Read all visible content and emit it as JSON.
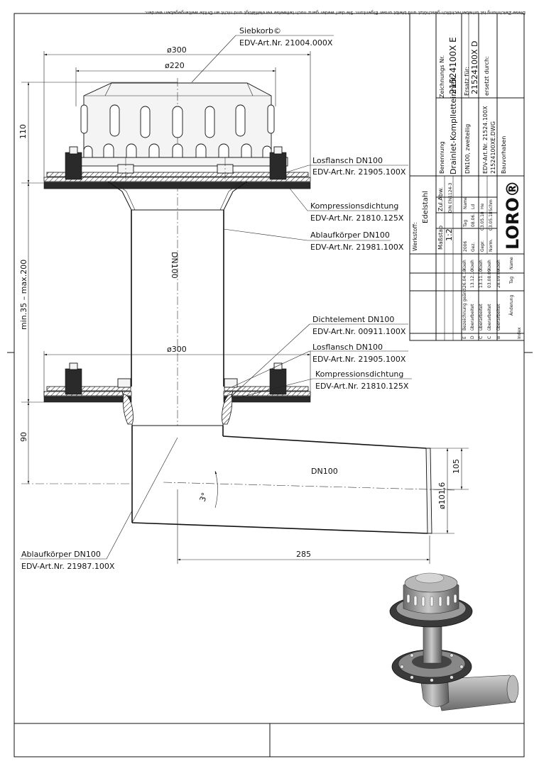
{
  "copyright_notice": "Diese Zeichnung ist urheberrechtlich geschützt und bleibt unser Eigentum. Sie darf weder ganz noch teilweise vervielfältigt und nicht an Dritte weitergegeben werden.",
  "dimensions": {
    "d300_top": "ø300",
    "d220": "ø220",
    "h110": "110",
    "range": "min.35 – max.200",
    "d300_mid": "ø300",
    "h90": "90",
    "h105": "105",
    "d101": "ø101,6",
    "l285": "285",
    "angle": "3°"
  },
  "labels": {
    "dn100_vertical": "DN100",
    "dn100_horizontal": "DN100"
  },
  "callouts": [
    {
      "name": "Siebkorb©",
      "art": "EDV-Art.Nr. 21004.000X"
    },
    {
      "name": "Losflansch DN100",
      "art": "EDV-Art.Nr. 21905.100X"
    },
    {
      "name": "Kompressionsdichtung",
      "art": "EDV-Art.Nr. 21810.125X"
    },
    {
      "name": "Ablaufkörper DN100",
      "art": "EDV-Art.Nr. 21981.100X"
    },
    {
      "name": "Dichtelement DN100",
      "art": "EDV-Art.Nr. 00911.100X"
    },
    {
      "name": "Losflansch DN100",
      "art": "EDV-Art.Nr. 21905.100X"
    },
    {
      "name": "Kompressionsdichtung",
      "art": "EDV-Art.Nr. 21810.125X"
    },
    {
      "name": "Ablaufkörper DN100",
      "art": "EDV-Art.Nr. 21987.100X"
    }
  ],
  "title_block": {
    "zeichnungs_nr_label": "Zeichnungs Nr.",
    "zeichnungs_nr": "21524100X E",
    "ersatz_fuer_label": "Ersatz für:",
    "ersatz_fuer": "21524100X D",
    "ersetzt_durch_label": "ersetzt durch:",
    "benennung_label": "Benennung",
    "benennung": "Drainlet-Komplletteinheit",
    "desc1": "DN100, zweiteilig",
    "desc2": "EDV-Art.Nr. 21524.100X",
    "desc3": "21524100XE.DWG",
    "bauvorhaben": "Bauvorhaben",
    "werkstoff_label": "Werkstoff:",
    "werkstoff": "Edelstahl",
    "massstab_label": "Maßstab",
    "massstab": "1:2",
    "zulabw_label": "Zul.Abw.",
    "zulabw": "DIN EN1124-3",
    "logo": "LORO®",
    "history": [
      {
        "cells": [
          "2006",
          "Tag",
          "Name"
        ]
      },
      {
        "cells": [
          "Gez.",
          "08.06.",
          "Ld"
        ]
      },
      {
        "cells": [
          "Gepr.",
          "03.05.18",
          "He"
        ]
      },
      {
        "cells": [
          "Norm.",
          "03.05.18",
          "Schm"
        ]
      }
    ],
    "revisions": [
      {
        "idx": "E",
        "text": "Bezeichnung geänd.",
        "date": "26.04.18",
        "name": "Koeh"
      },
      {
        "idx": "D",
        "text": "überarbeitet",
        "date": "13.12.10",
        "name": "Koeh"
      },
      {
        "idx": "C",
        "text": "überarbeitet",
        "date": "13.11.10",
        "name": "Koeh"
      },
      {
        "idx": "C",
        "text": "überarbeitet",
        "date": "03.08.09",
        "name": "Koeh"
      },
      {
        "idx": "B",
        "text": "überarbeitet",
        "date": "28.09.08",
        "name": "Koeh"
      }
    ],
    "index_label": "Index",
    "aenderung_label": "Änderung",
    "tag_label": "Tag",
    "name_label": "Name"
  }
}
